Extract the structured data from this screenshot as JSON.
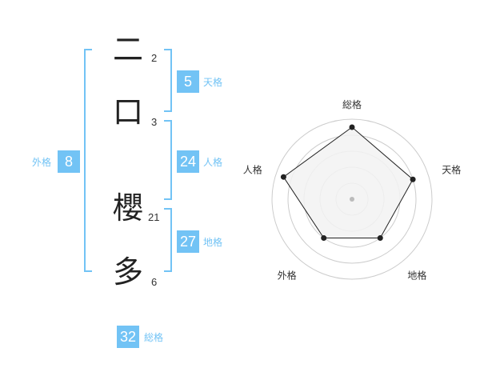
{
  "accent_color": "#72c3f5",
  "name_characters": [
    {
      "char": "二",
      "strokes": "2"
    },
    {
      "char": "口",
      "strokes": "3"
    },
    {
      "char": "櫻",
      "strokes": "21"
    },
    {
      "char": "多",
      "strokes": "6"
    }
  ],
  "fortune": {
    "tenkaku": {
      "value": "5",
      "label": "天格"
    },
    "jinkaku": {
      "value": "24",
      "label": "人格"
    },
    "chikaku": {
      "value": "27",
      "label": "地格"
    },
    "gaikaku": {
      "value": "8",
      "label": "外格"
    },
    "soukaku": {
      "value": "32",
      "label": "総格"
    }
  },
  "chart_data": {
    "type": "radar",
    "axes": [
      "総格",
      "天格",
      "地格",
      "外格",
      "人格"
    ],
    "values": [
      4.5,
      4,
      3,
      3,
      4.5
    ],
    "max": 5,
    "rings": 5,
    "fill_color": "#f2f2f2",
    "line_color": "#222222",
    "grid_color": "#cccccc"
  }
}
